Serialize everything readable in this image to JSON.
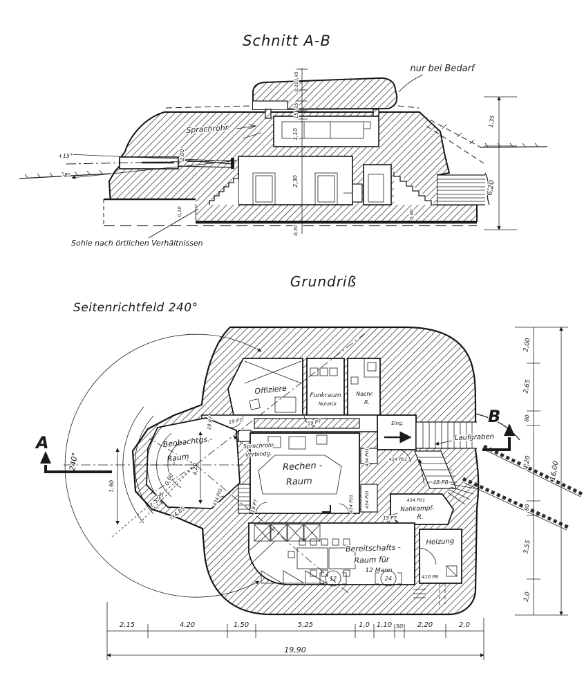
{
  "section": {
    "title": "Schnitt A-B",
    "ann": {
      "nur_bei_bedarf": "nur bei Bedarf",
      "sprachrohr": "Sprachrohr",
      "sohle": "Sohle nach örtlichen Verhältnissen",
      "angle_up": "+15°",
      "angle_down": "-8°"
    },
    "dims": {
      "v045": "0,45",
      "v010": "0,10",
      "v35": "35",
      "v15": "15",
      "v110": "1,10",
      "v200": "2,00",
      "v230": "2,30",
      "v030": "0,30",
      "v080": "0,80",
      "v010b": "0,10",
      "r135": "1,35",
      "r620": "6,20"
    }
  },
  "plan": {
    "title": "Grundriß",
    "subtitle": "Seitenrichtfeld 240°",
    "rooms": {
      "offiziere": "Offiziere",
      "funkraum": "Funkraum",
      "funkraum_sub": "Notatür",
      "nachr1": "Nachr.",
      "nachr2": "R.",
      "beob1": "Beobachtgs.-",
      "beob2": "Raum",
      "rechen1": "Rechen -",
      "rechen2": "Raum",
      "sprach1": "Sprachrohr-",
      "sprach2": "Verbindg.",
      "bereit1": "Bereitschafts -",
      "bereit2": "Raum für",
      "bereit3": "12 Mann",
      "heizung": "Heizung",
      "nahkampf1": "Nahkampf-",
      "nahkampf2": "R.",
      "eingang": "Eing.",
      "laufgraben": "Laufgraben"
    },
    "doors": {
      "d19p7": "19 P7",
      "d434p01": "434 P01",
      "d48p8": "48 P8",
      "d410p8": "410 P8"
    },
    "fans": {
      "f12": "12",
      "f24": "24"
    },
    "markers": {
      "a": "A",
      "b": "B"
    },
    "dims": {
      "angle240": "240°",
      "r060": "0,60",
      "r325": "r. 3,25",
      "r485": "r. 4,85",
      "gap190": "1,90",
      "beob420": "4,20"
    },
    "bottom_chain": {
      "values": [
        "2.15",
        "4.20",
        "1,50",
        "5,25",
        "1,0",
        "1,10",
        "50",
        "2,20",
        "2,0"
      ],
      "total": "19,90"
    },
    "right_chain": {
      "values": [
        "2,00",
        "2,65",
        "80",
        "4,20",
        "80",
        "3,55",
        "2,0"
      ],
      "total": "16,00"
    }
  }
}
